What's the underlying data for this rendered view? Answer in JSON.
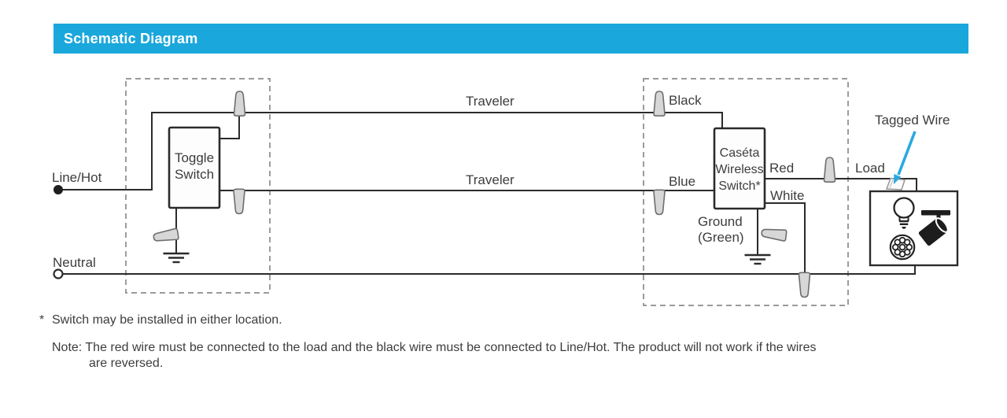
{
  "header": {
    "title": "Schematic Diagram",
    "bg_color": "#1aa7dc",
    "text_color": "#ffffff"
  },
  "diagram": {
    "labels": {
      "line_hot": "Line/Hot",
      "neutral": "Neutral",
      "toggle_line1": "Toggle",
      "toggle_line2": "Switch",
      "traveler_top": "Traveler",
      "traveler_bottom": "Traveler",
      "black": "Black",
      "blue": "Blue",
      "caseta_line1": "Caséta",
      "caseta_line2": "Wireless",
      "caseta_line3": "Switch*",
      "red": "Red",
      "white": "White",
      "ground_line1": "Ground",
      "ground_line2": "(Green)",
      "load": "Load",
      "tagged_wire": "Tagged Wire"
    },
    "colors": {
      "wire": "#2b2b2b",
      "dashed_box": "#8c8c8c",
      "wire_nut_fill": "#d7d7d7",
      "wire_nut_stroke": "#6e6e6e",
      "arrow": "#29a9e1",
      "label_text": "#3d3d3d"
    },
    "icons": {
      "fixture_icons": [
        "light-bulb",
        "track-light",
        "led-module"
      ],
      "connector_icon": "wire-nut",
      "ground_icon": "earth-ground-symbol",
      "tag_icon": "wire-tag"
    }
  },
  "footnotes": {
    "star": "*",
    "footnote1": "Switch may be installed in either location.",
    "note_line1": "Note: The red wire must be connected to the load and the black wire must be connected to Line/Hot. The product will not work if the wires",
    "note_line2": "are reversed."
  }
}
